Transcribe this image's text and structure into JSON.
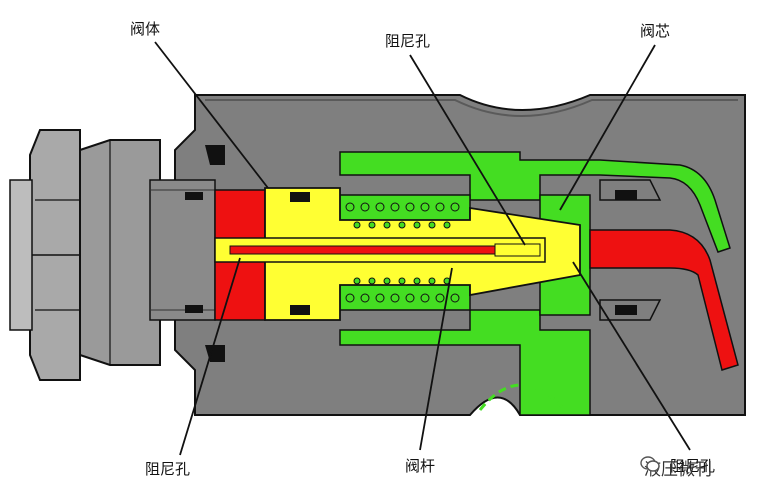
{
  "labels": {
    "valve_body": "阀体",
    "damping_hole_top": "阻尼孔",
    "valve_core": "阀芯",
    "damping_hole_bottom_left": "阻尼孔",
    "valve_stem": "阀杆",
    "damping_hole_bottom_right": "阻尼孔"
  },
  "watermark": {
    "text": "液压微刊",
    "icon": "wechat-icon"
  },
  "colors": {
    "housing": "#7f7f7f",
    "housing_dark": "#606060",
    "high_pressure": "#ee1111",
    "control_oil": "#44dd22",
    "core": "#ffff33",
    "outline": "#111111",
    "fitting": "#a9a9a9"
  }
}
